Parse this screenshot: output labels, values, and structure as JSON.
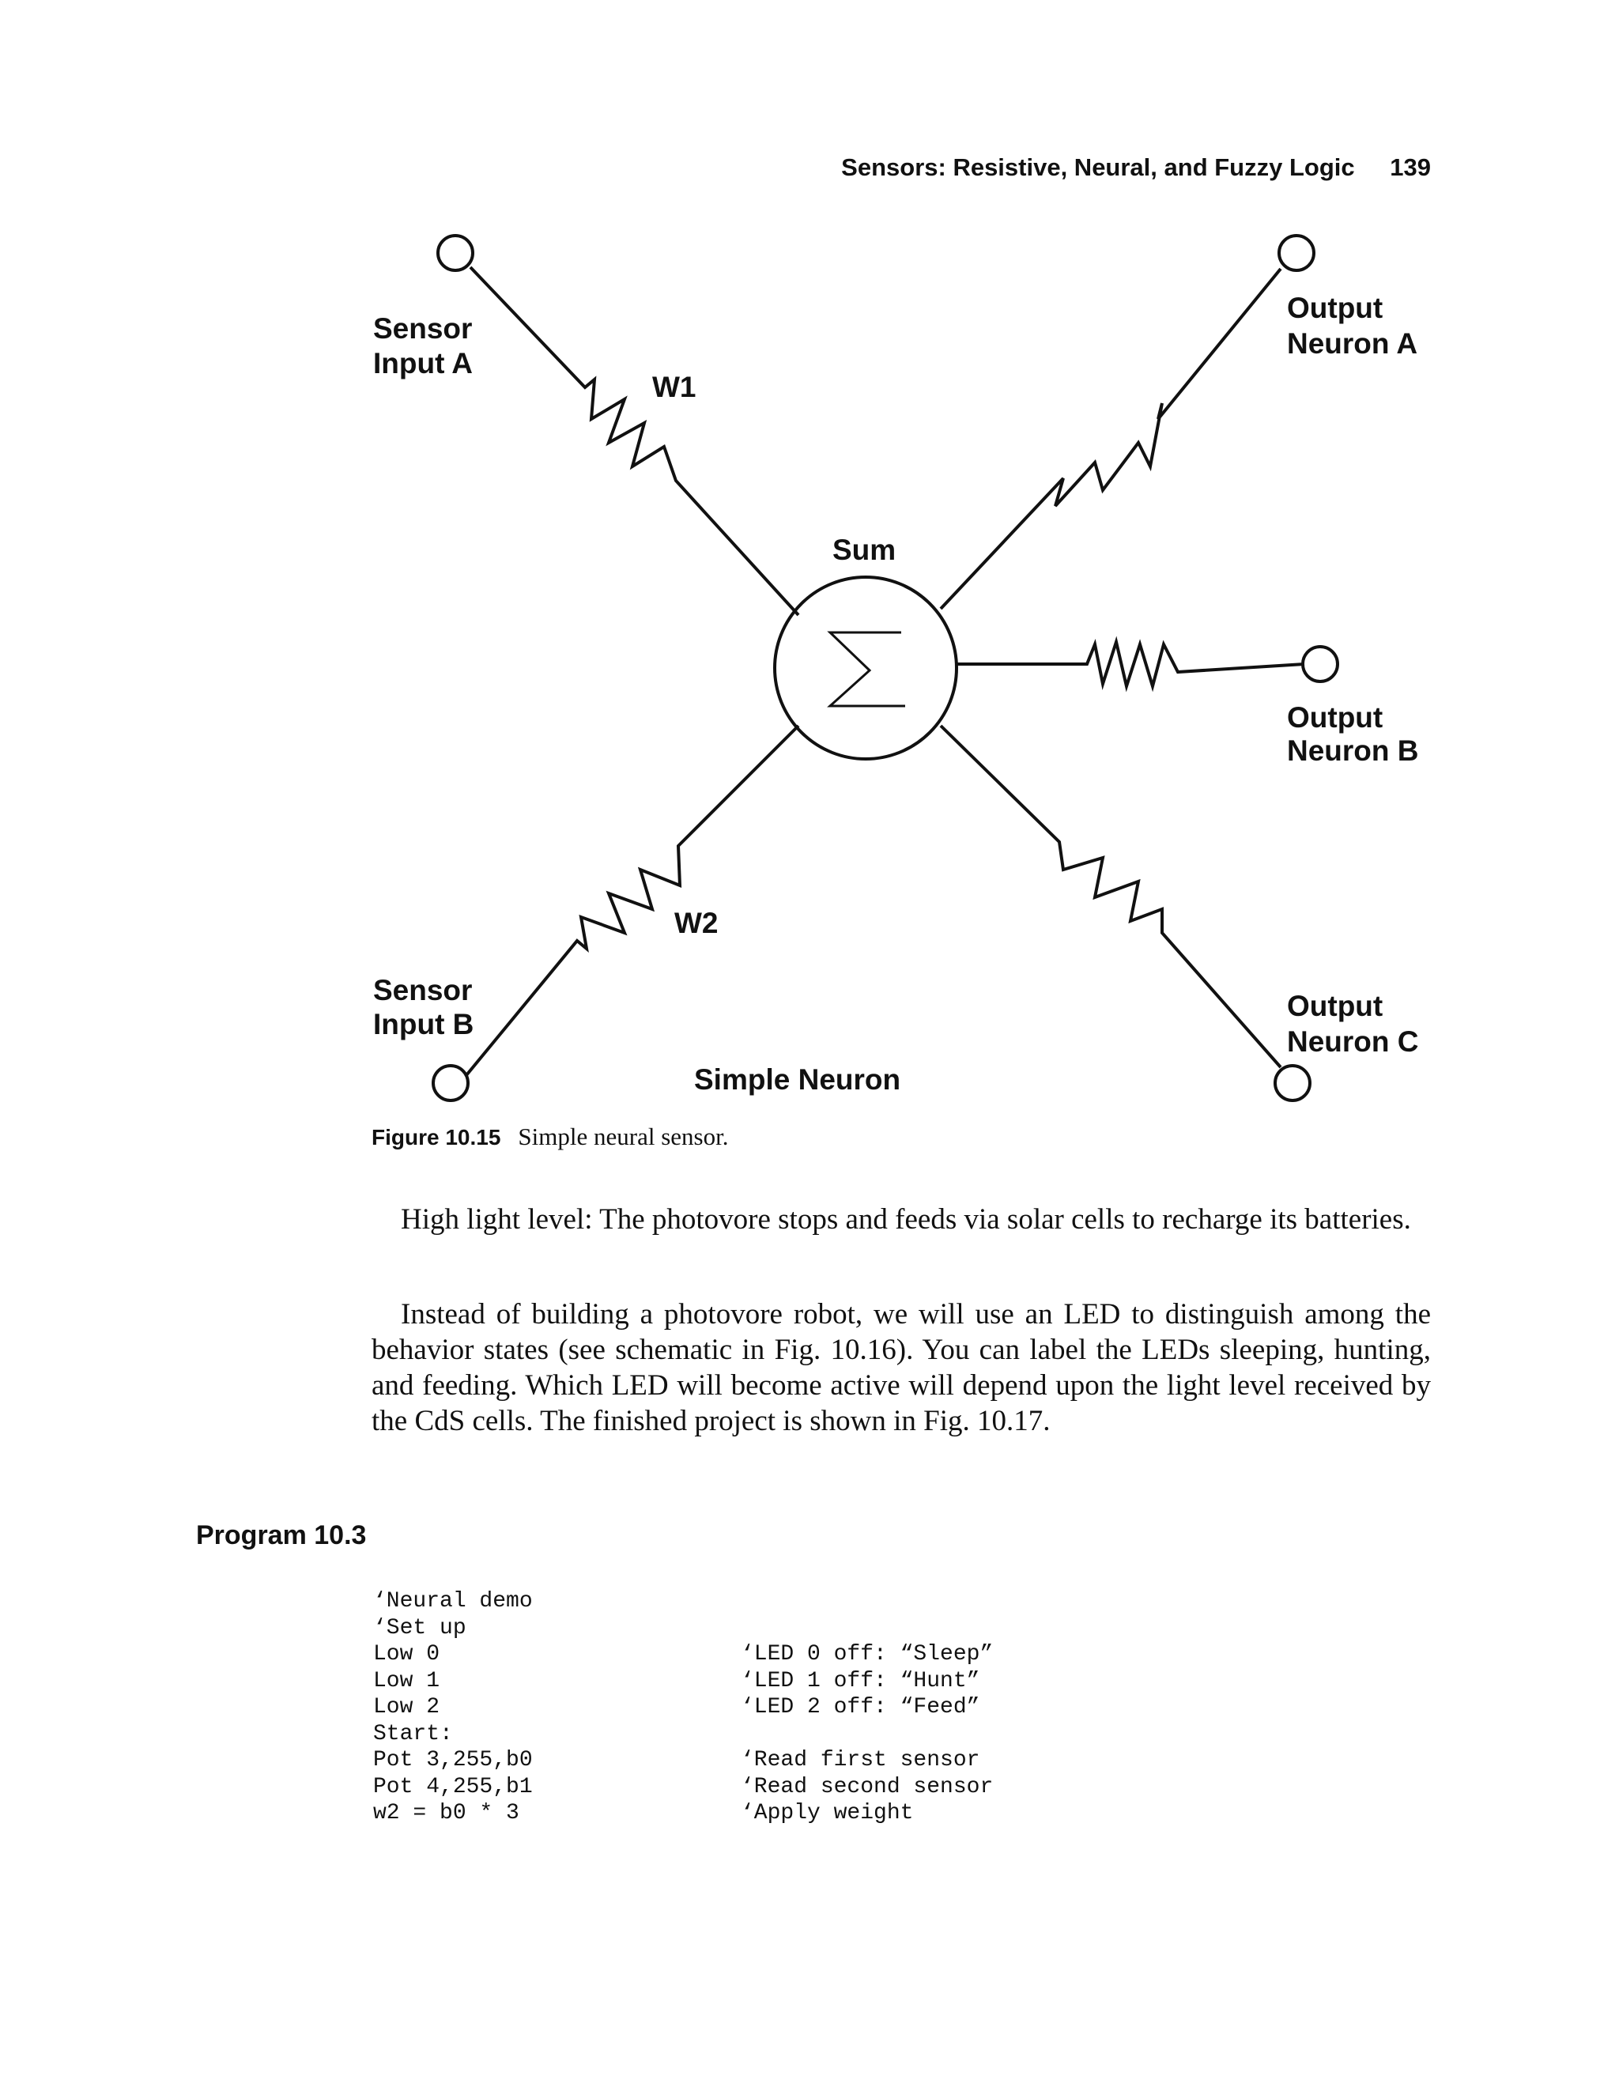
{
  "header": {
    "title": "Sensors: Resistive, Neural, and Fuzzy Logic",
    "page_number": "139"
  },
  "figure": {
    "labels": {
      "sensor_input_a": [
        "Sensor",
        "Input A"
      ],
      "sensor_input_b": [
        "Sensor",
        "Input B"
      ],
      "output_neuron_a": [
        "Output",
        "Neuron A"
      ],
      "output_neuron_b": [
        "Output",
        "Neuron B"
      ],
      "output_neuron_c": [
        "Output",
        "Neuron C"
      ],
      "w1": "W1",
      "w2": "W2",
      "sum": "Sum",
      "sigma": "Σ",
      "title": "Simple Neuron"
    },
    "caption_number": "Figure 10.15",
    "caption_text": "Simple neural sensor."
  },
  "paragraphs": [
    "High light level: The photovore stops and feeds via solar cells to recharge its batteries.",
    "Instead of building a photovore robot, we will use an LED to distinguish among the behavior states (see schematic in Fig. 10.16). You can label the LEDs sleeping, hunting, and feeding. Which LED will become active will depend upon the light level received by the CdS cells. The finished project is shown in Fig. 10.17."
  ],
  "program": {
    "label": "Program 10.3",
    "lines": [
      {
        "code": "‘Neural demo",
        "comment": ""
      },
      {
        "code": "‘Set up",
        "comment": ""
      },
      {
        "code": "Low 0",
        "comment": "‘LED 0 off: “Sleep”"
      },
      {
        "code": "Low 1",
        "comment": "‘LED 1 off: “Hunt”"
      },
      {
        "code": "Low 2",
        "comment": "‘LED 2 off: “Feed”"
      },
      {
        "code": "Start:",
        "comment": ""
      },
      {
        "code": "Pot 3,255,b0",
        "comment": "‘Read first sensor"
      },
      {
        "code": "Pot 4,255,b1",
        "comment": "‘Read second sensor"
      },
      {
        "code": "w2 = b0 * 3",
        "comment": "‘Apply weight"
      }
    ]
  }
}
